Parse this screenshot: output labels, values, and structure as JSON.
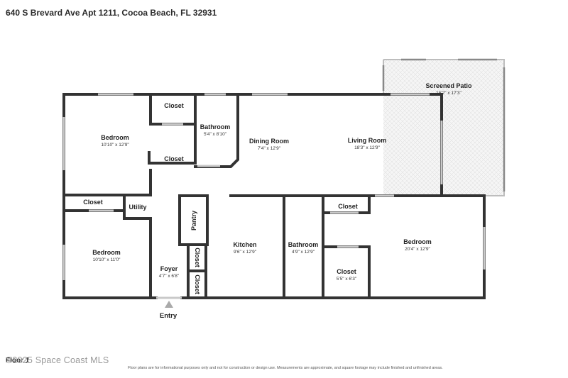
{
  "header": {
    "address": "640 S Brevard Ave Apt 1211, Cocoa Beach, FL 32931"
  },
  "rooms": {
    "bedroom1": {
      "name": "Bedroom",
      "dims": "10'10\" x 12'9\""
    },
    "closet_top": {
      "name": "Closet"
    },
    "bathroom1": {
      "name": "Bathroom",
      "dims": "5'4\" x 8'10\""
    },
    "closet_mid": {
      "name": "Closet"
    },
    "dining": {
      "name": "Dining Room",
      "dims": "7'4\" x 12'9\""
    },
    "living": {
      "name": "Living Room",
      "dims": "18'3\" x 12'9\""
    },
    "patio": {
      "name": "Screened Patio",
      "dims": "15'2\" x 17'3\""
    },
    "closet_left": {
      "name": "Closet"
    },
    "utility": {
      "name": "Utility"
    },
    "bedroom2": {
      "name": "Bedroom",
      "dims": "10'10\" x 11'0\""
    },
    "pantry": {
      "name": "Pantry"
    },
    "foyer": {
      "name": "Foyer",
      "dims": "4'7\" x 6'8\""
    },
    "closet_foyer1": {
      "name": "Closet"
    },
    "closet_foyer2": {
      "name": "Closet"
    },
    "kitchen": {
      "name": "Kitchen",
      "dims": "9'6\" x 12'9\""
    },
    "bathroom2": {
      "name": "Bathroom",
      "dims": "4'9\" x 12'9\""
    },
    "closet_right": {
      "name": "Closet"
    },
    "closet_small": {
      "name": "Closet",
      "dims": "5'5\" x 6'3\""
    },
    "bedroom3": {
      "name": "Bedroom",
      "dims": "20'4\" x 12'9\""
    }
  },
  "entry_label": "Entry",
  "footer": {
    "floor": "Floor 1",
    "copyright": "©2025 Space Coast MLS",
    "disclaimer": "Floor plans are for informational purposes only and not for construction or design use. Measurements are approximate, and square footage may include finished and unfinished areas."
  },
  "colors": {
    "wall": "#333333",
    "patio_fill": "#f3f3f3",
    "window": "#cfcfcf"
  }
}
